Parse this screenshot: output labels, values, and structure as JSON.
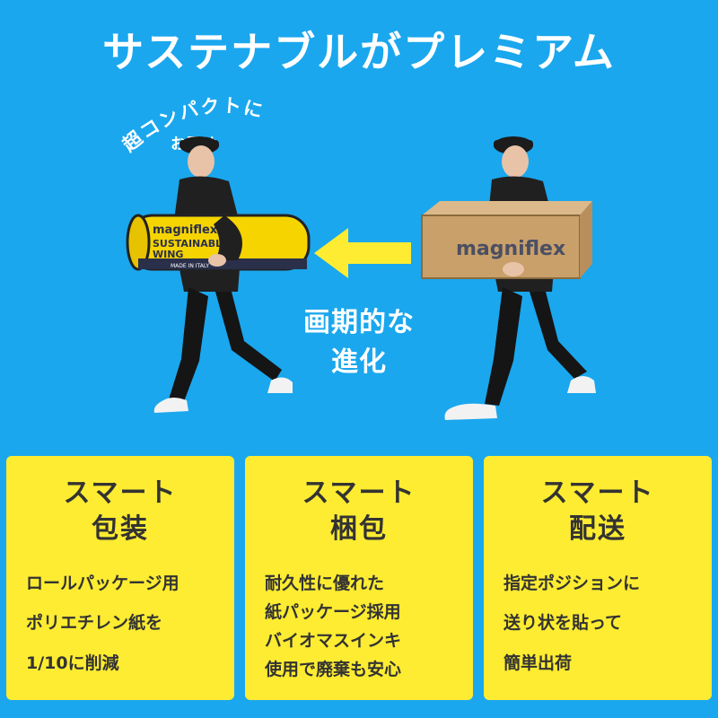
{
  "title": "サステナブルがプレミアム",
  "arc_caption": {
    "line1": "超コンパクトに",
    "line2": "お届け"
  },
  "center_label": {
    "line1": "画期的な",
    "line2": "進化"
  },
  "roll_label": {
    "brand": "magniflex",
    "line1": "SUSTAINABLE",
    "line2": "WING",
    "small": "MADE IN ITALY"
  },
  "box_label": {
    "brand": "magniflex"
  },
  "colors": {
    "background": "#1aa7ee",
    "card": "#fdec31",
    "arrow": "#fdec31",
    "text_dark": "#333333"
  },
  "cards": [
    {
      "heading1": "スマート",
      "heading2": "包装",
      "lines": [
        "ロールパッケージ用",
        "ポリエチレン紙を",
        "1/10に削減"
      ]
    },
    {
      "heading1": "スマート",
      "heading2": "梱包",
      "lines": [
        "耐久性に優れた",
        "紙パッケージ採用",
        "バイオマスインキ",
        "使用で廃棄も安心"
      ]
    },
    {
      "heading1": "スマート",
      "heading2": "配送",
      "lines": [
        "指定ポジションに",
        "送り状を貼って",
        "簡単出荷"
      ]
    }
  ]
}
